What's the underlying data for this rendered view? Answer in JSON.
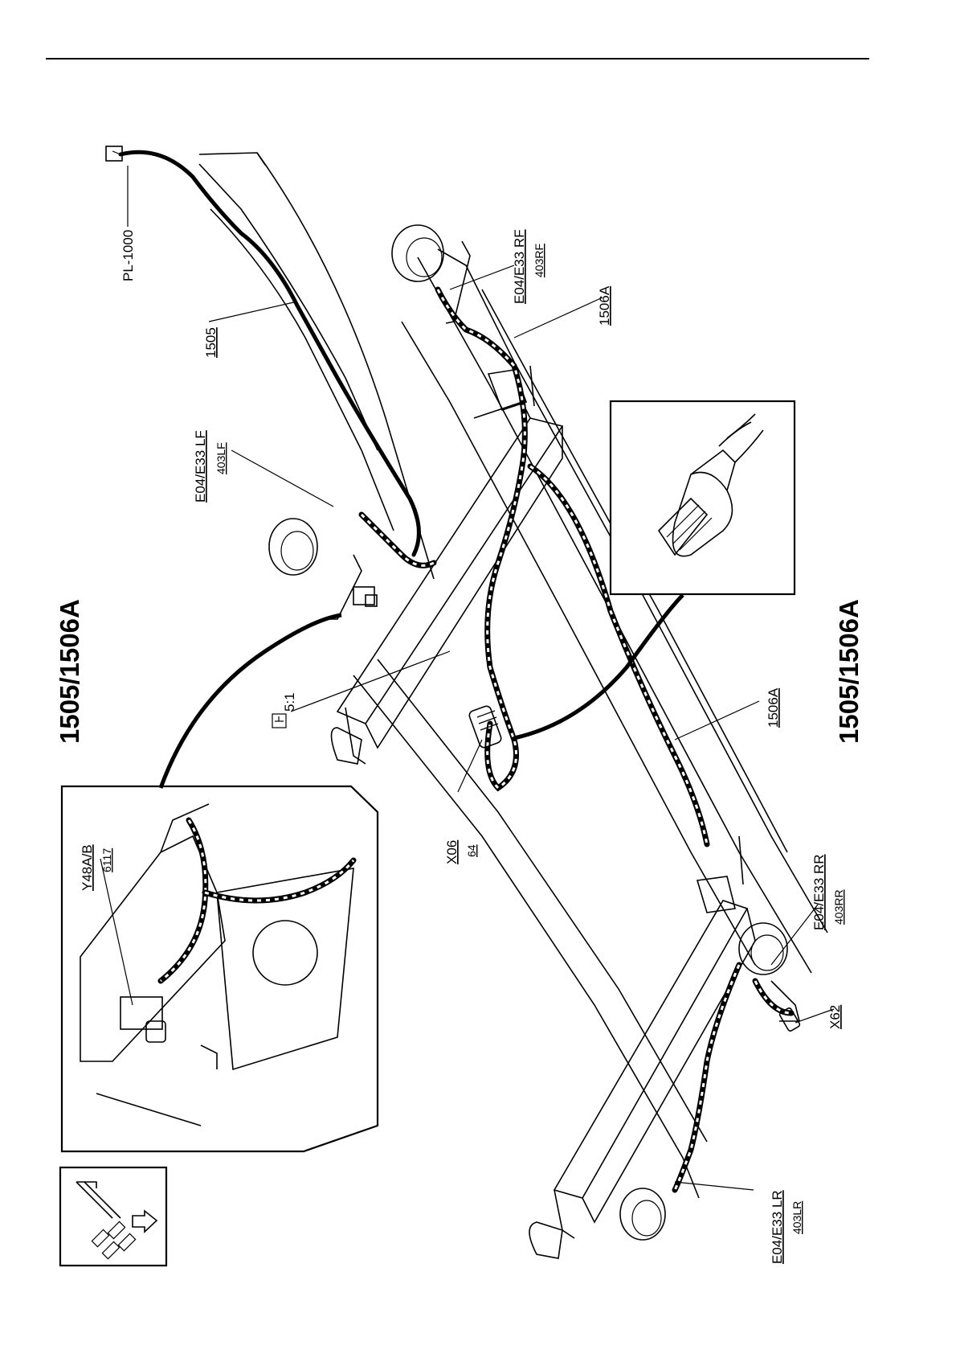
{
  "titles": {
    "left": "1505/1506A",
    "right": "1505/1506A"
  },
  "labels": {
    "pl1000": "PL-1000",
    "h1505": "1505",
    "rf_top": "E04/E33 RF",
    "rf_sub": "403RF",
    "h1506a_top": "1506A",
    "lf_top": "E04/E33 LF",
    "lf_sub": "403LF",
    "scale": "5:1",
    "x06_top": "X06",
    "x06_sub": "64",
    "h1506a_mid": "1506A",
    "y48_top": "Y48A/B",
    "y48_sub": "6117",
    "rr_top": "E04/E33 RR",
    "rr_sub": "403RR",
    "x62": "X62",
    "lr_top": "E04/E33 LR",
    "lr_sub": "403LR"
  },
  "icons": {
    "scale_symbol": "ground-symbol-icon",
    "orientation": "travel-direction-icon"
  },
  "colors": {
    "ink": "#000000",
    "paper": "#ffffff"
  }
}
